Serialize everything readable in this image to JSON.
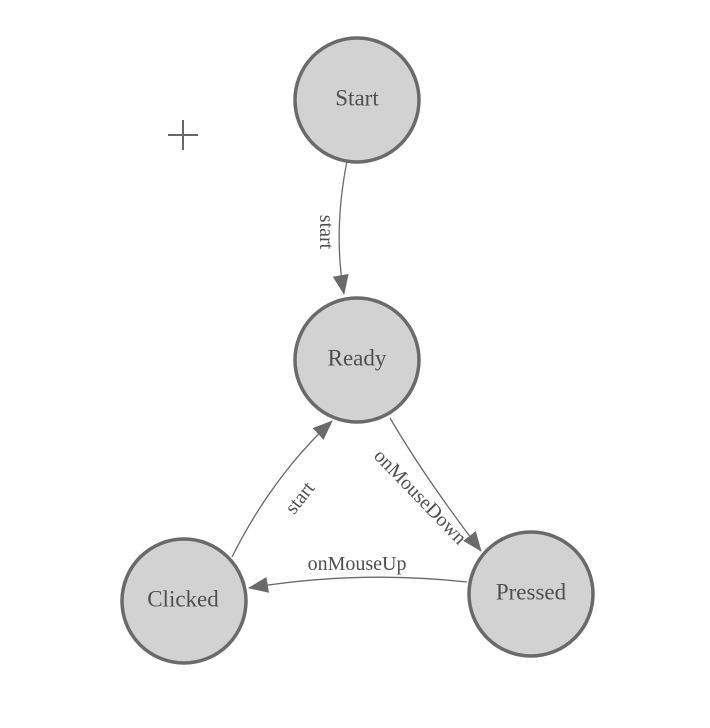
{
  "diagram": {
    "nodes": [
      {
        "id": "start",
        "label": "Start"
      },
      {
        "id": "ready",
        "label": "Ready"
      },
      {
        "id": "clicked",
        "label": "Clicked"
      },
      {
        "id": "pressed",
        "label": "Pressed"
      }
    ],
    "edges": [
      {
        "id": "start-to-ready",
        "from": "Start",
        "to": "Ready",
        "label": "start"
      },
      {
        "id": "clicked-to-ready",
        "from": "Clicked",
        "to": "Ready",
        "label": "start"
      },
      {
        "id": "ready-to-pressed",
        "from": "Ready",
        "to": "Pressed",
        "label": "onMouseDown"
      },
      {
        "id": "pressed-to-clicked",
        "from": "Pressed",
        "to": "Clicked",
        "label": "onMouseUp"
      }
    ],
    "colors": {
      "background": "#ffffff",
      "node_fill": "#d2d2d2",
      "node_border": "#6a6a6a",
      "edge_stroke": "#6a6a6a",
      "arrowhead_fill": "#6a6a6a",
      "label_text": "#4f4f4f"
    },
    "cursor": {
      "icon": "crosshair-plus"
    }
  }
}
